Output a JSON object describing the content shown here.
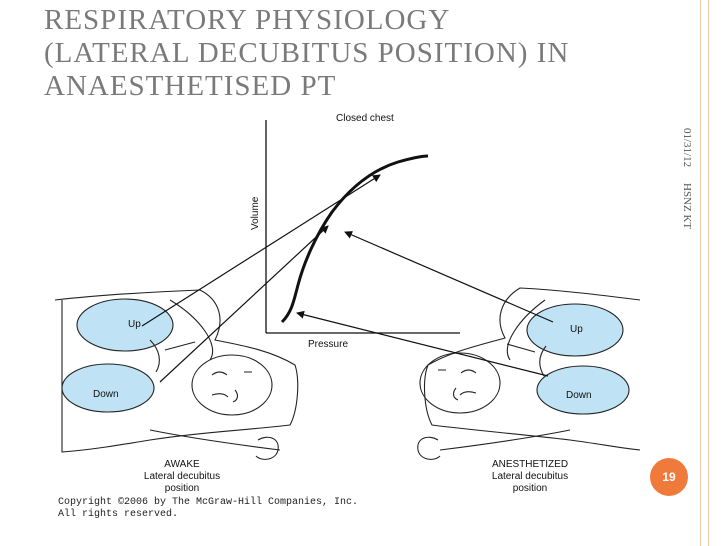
{
  "slide": {
    "title": "RESPIRATORY PHYSIOLOGY\n(LATERAL DECUBITUS POSITION) IN\nANAESTHETISED PT",
    "date": "01/31/12",
    "author": "HSNZ KT",
    "page_number": "19"
  },
  "figure": {
    "chart_title": "Closed chest",
    "y_axis_label": "Volume",
    "x_axis_label": "Pressure",
    "left_patient": {
      "up_label": "Up",
      "down_label": "Down",
      "state": "AWAKE",
      "position_line1": "Lateral decubitus",
      "position_line2": "position"
    },
    "right_patient": {
      "up_label": "Up",
      "down_label": "Down",
      "state": "ANESTHETIZED",
      "position_line1": "Lateral decubitus",
      "position_line2": "position"
    },
    "copyright": "Copyright ©2006 by The McGraw-Hill Companies, Inc.\nAll rights reserved.",
    "colors": {
      "lung_fill": "#bfe3f5",
      "accent": "#f07a3c"
    }
  }
}
